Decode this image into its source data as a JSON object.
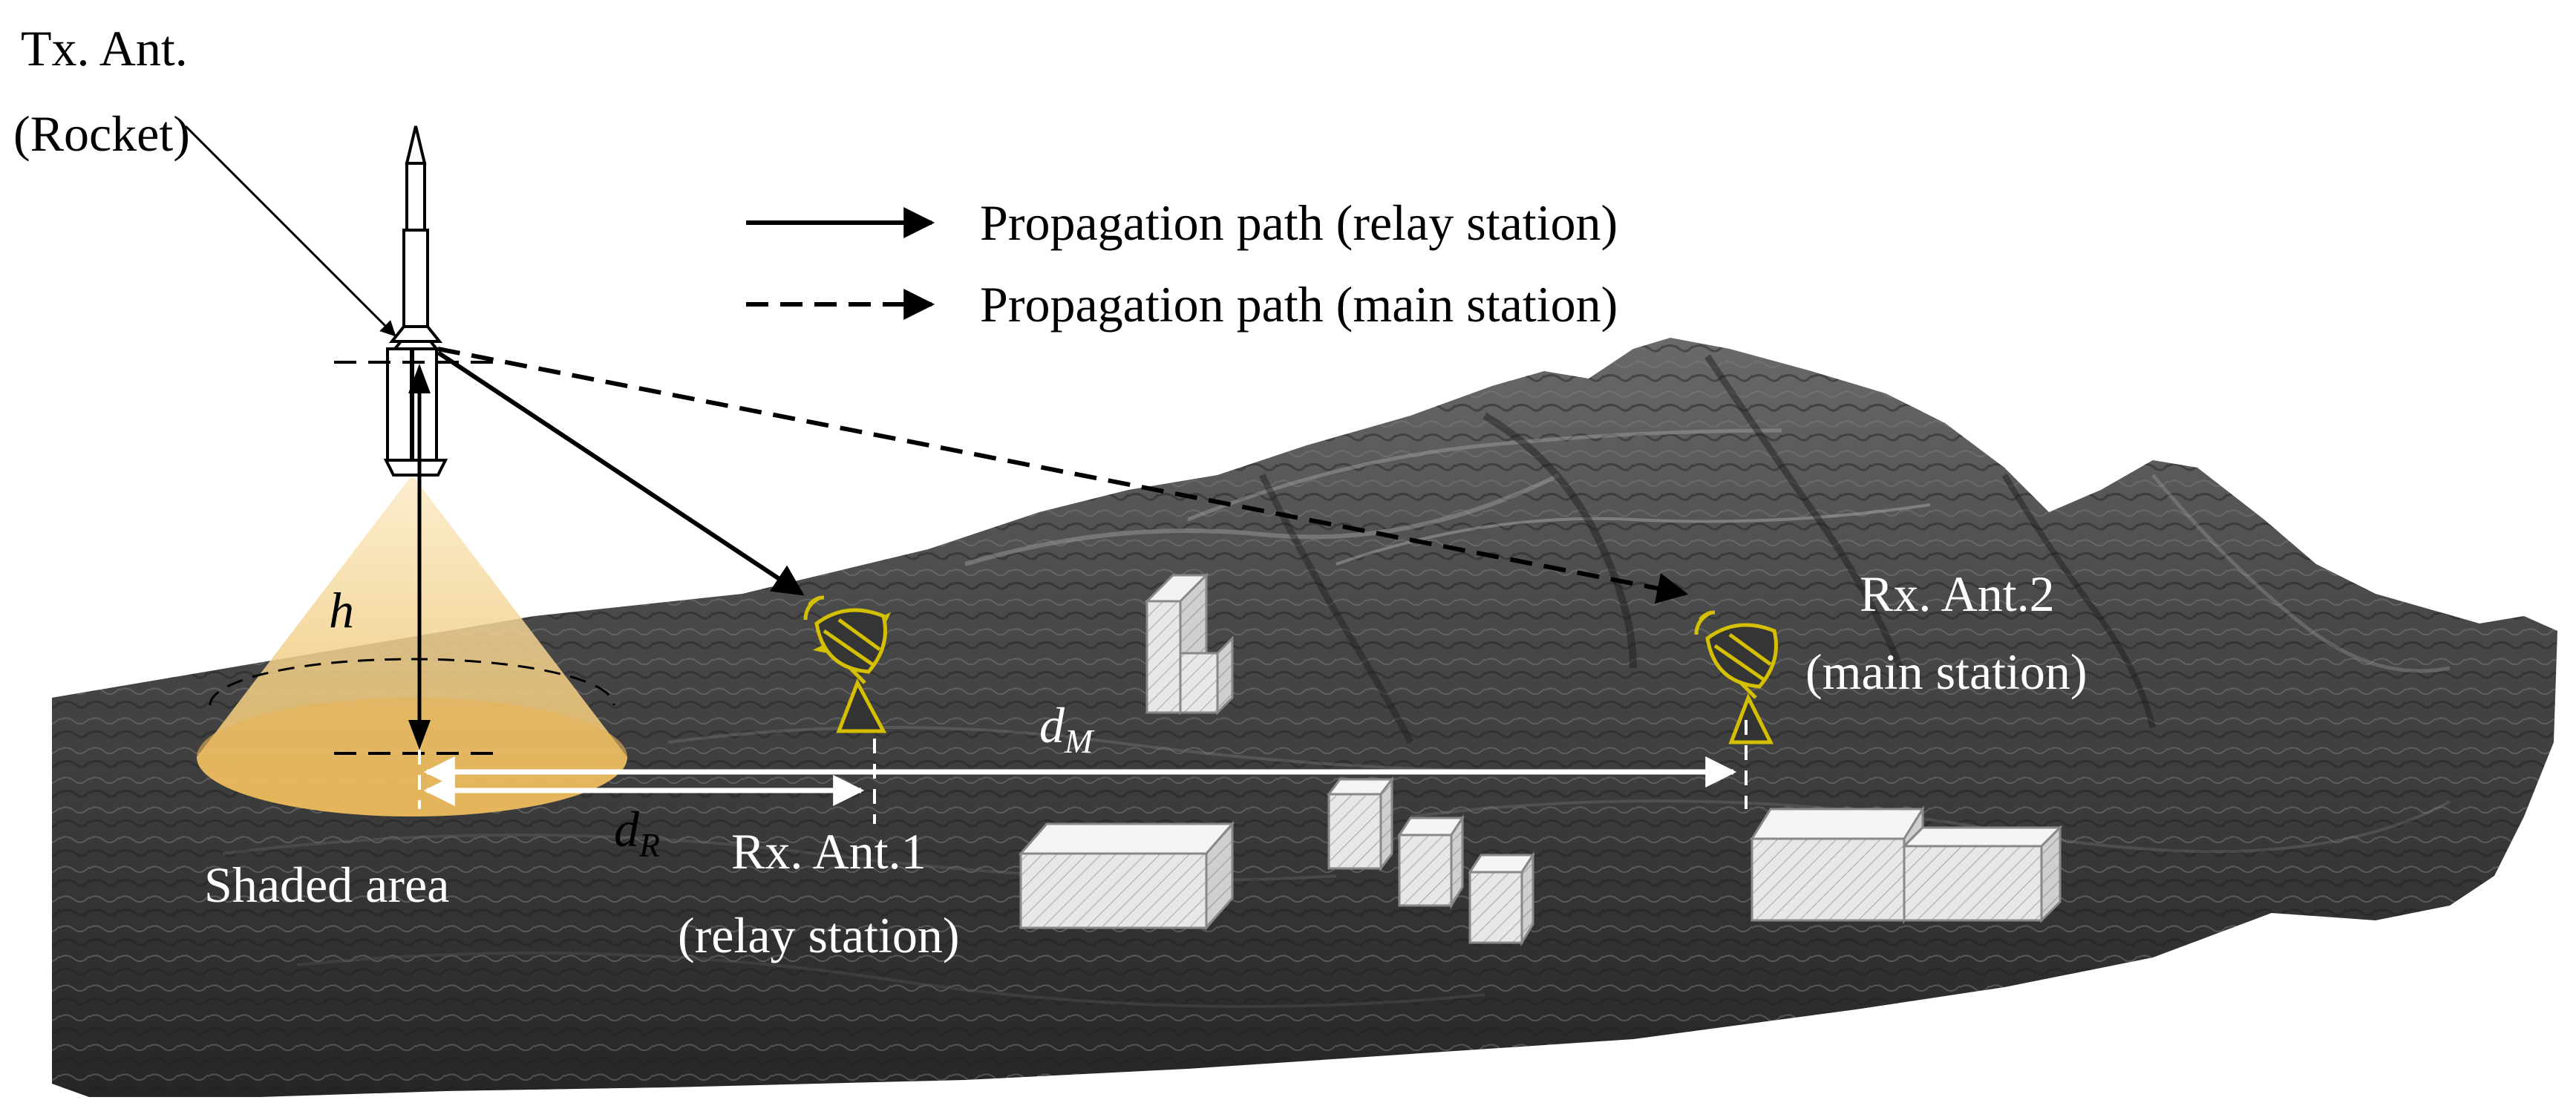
{
  "tx_antenna": {
    "line1": "Tx. Ant.",
    "line2": "(Rocket)"
  },
  "legend": {
    "relay": "Propagation path (relay station)",
    "main": "Propagation path (main station)"
  },
  "height_symbol": "h",
  "shaded_label": "Shaded area",
  "d_r": {
    "letter": "d",
    "subscript": "R"
  },
  "d_m": {
    "letter": "d",
    "subscript": "M"
  },
  "rx1": {
    "line1": "Rx. Ant.1",
    "line2": "(relay station)"
  },
  "rx2": {
    "line1": "Rx. Ant.2",
    "line2": "(main station)"
  },
  "colors": {
    "terrain_dark": "#2e2e2e",
    "terrain_mid": "#555555",
    "terrain_light": "#8a8a8a",
    "cone": "#f6d9a0",
    "antenna": "#c8b400",
    "building_face": "#e6e6e6",
    "building_top": "#f4f4f4",
    "building_side": "#cfcfcf"
  }
}
